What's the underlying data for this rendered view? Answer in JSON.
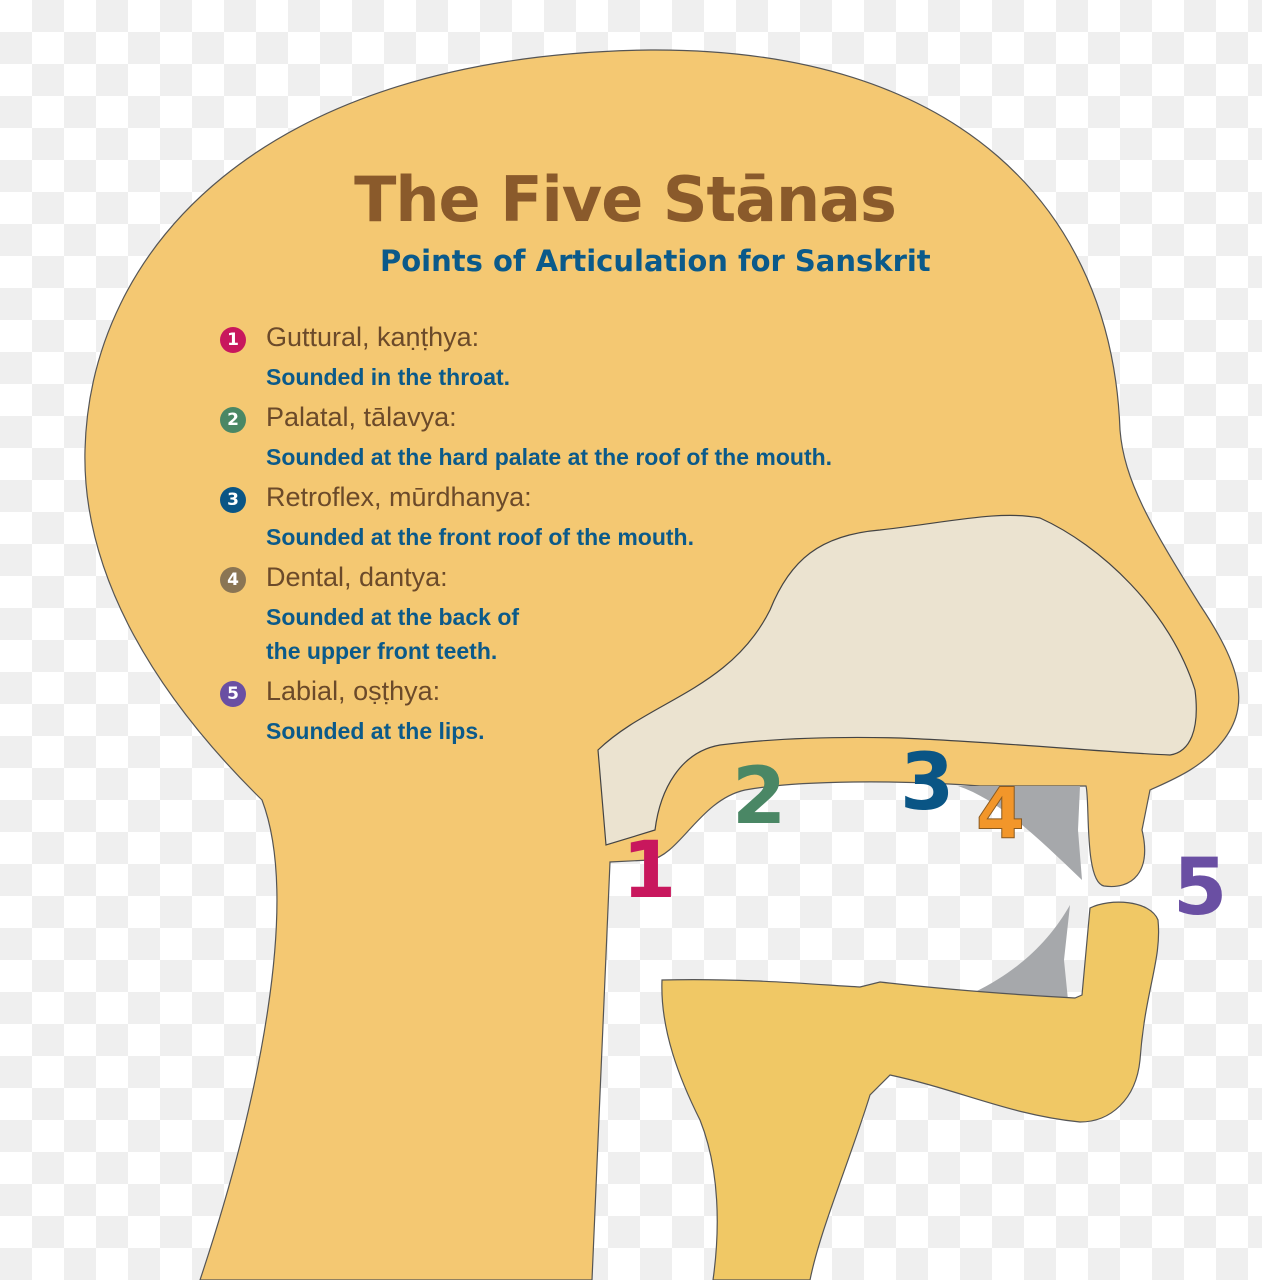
{
  "title": "The Five Stānas",
  "subtitle": "Points of Articulation for Sanskrit",
  "items": [
    {
      "number": "1",
      "heading": "Guttural, kaṇṭhya:",
      "description": [
        "Sounded in the throat."
      ],
      "color": "#c8175d"
    },
    {
      "number": "2",
      "heading": "Palatal, tālavya:",
      "description": [
        "Sounded at the hard palate at the roof of the mouth."
      ],
      "color": "#4a8765"
    },
    {
      "number": "3",
      "heading": "Retroflex, mūrdhanya:",
      "description": [
        "Sounded at the front roof of the mouth."
      ],
      "color": "#0a5585"
    },
    {
      "number": "4",
      "heading": "Dental, dantya:",
      "description": [
        "Sounded at the back of",
        "the upper front teeth."
      ],
      "color": "#8a7554"
    },
    {
      "number": "5",
      "heading": "Labial, oṣṭhya:",
      "description": [
        "Sounded at the lips."
      ],
      "color": "#6a4fa3"
    }
  ],
  "markers": [
    {
      "label": "1",
      "color": "#c8175d"
    },
    {
      "label": "2",
      "color": "#4a8765"
    },
    {
      "label": "3",
      "color": "#0a5585"
    },
    {
      "label": "4",
      "color": "#f2962a"
    },
    {
      "label": "5",
      "color": "#6a4fa3"
    }
  ]
}
